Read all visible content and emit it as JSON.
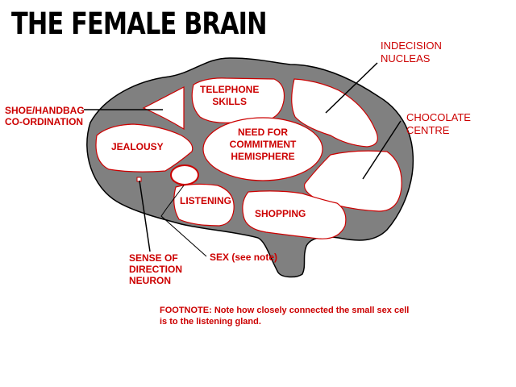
{
  "title": "THE FEMALE BRAIN",
  "colors": {
    "brain": "#808080",
    "region_border": "#cc0000",
    "label": "#cc0000",
    "line": "#000000"
  },
  "regions": {
    "telephone": "TELEPHONE\nSKILLS",
    "commitment": "NEED FOR\nCOMMITMENT\nHEMISPHERE",
    "jealousy": "JEALOUSY",
    "listening": "LISTENING",
    "shopping": "SHOPPING"
  },
  "callouts": {
    "indecision": "INDECISION\nNUCLEAS",
    "chocolate": "CHOCOLATE\nCENTRE",
    "shoe": "SHOE/HANDBAG\nCO-ORDINATION",
    "direction": "SENSE OF\nDIRECTION\nNEURON",
    "sex": "SEX (see note)"
  },
  "footnote": "FOOTNOTE:  Note how closely connected the small sex cell\nis to the listening gland."
}
